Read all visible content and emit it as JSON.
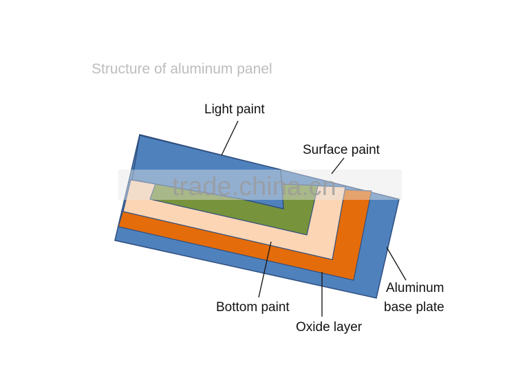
{
  "title": "Structure of aluminum panel",
  "watermark": "trade.china.cn",
  "layers": [
    {
      "id": "aluminum-base-plate",
      "name": "Aluminum base plate",
      "color": "#4f81bd"
    },
    {
      "id": "oxide-layer",
      "name": "Oxide layer",
      "color": "#e46c0a"
    },
    {
      "id": "bottom-paint",
      "name": "Bottom paint",
      "color": "#fcd5b5"
    },
    {
      "id": "surface-paint",
      "name": "Surface paint",
      "color": "#77933c"
    },
    {
      "id": "light-paint",
      "name": "Light paint",
      "color": "#4f81bd"
    }
  ],
  "labels": {
    "light_paint": "Light paint",
    "surface_paint": "Surface paint",
    "bottom_paint": "Bottom paint",
    "oxide_layer": "Oxide layer",
    "aluminum_line1": "Aluminum",
    "aluminum_line2": "base plate"
  },
  "colors": {
    "title": "#bdbdbd",
    "outline": "#2f4f7f",
    "leader": "#1a1a1a",
    "watermark_band": "#e6e6e6"
  }
}
